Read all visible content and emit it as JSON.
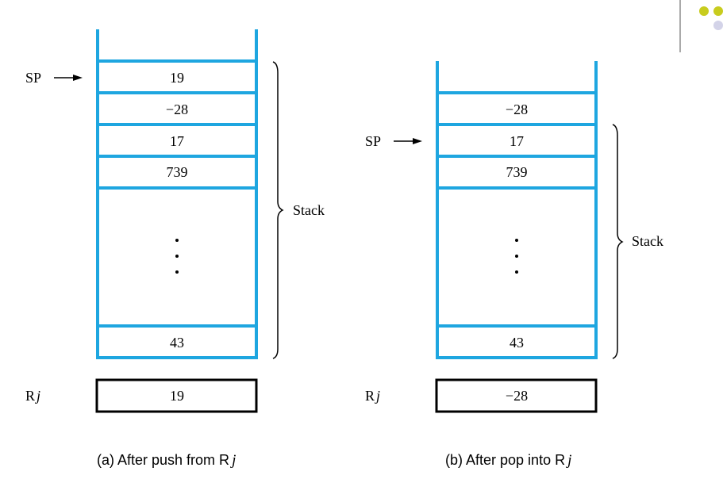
{
  "colors": {
    "stack_border": "#1ea6e0",
    "ink": "#000000",
    "dot_yellow": "#c8cc1e",
    "dot_lavender": "#d3d3e8",
    "corner_rule": "#555555"
  },
  "left": {
    "sp_label": "SP",
    "cells": [
      "19",
      "−28",
      "17",
      "739",
      "43"
    ],
    "stack_label": "Stack",
    "register_label": "Rj",
    "register_value": "19",
    "caption": "(a) After push from Rj"
  },
  "right": {
    "sp_label": "SP",
    "cells": [
      "−28",
      "17",
      "739",
      "43"
    ],
    "stack_label": "Stack",
    "register_label": "Rj",
    "register_value": "−28",
    "caption": "(b) After pop into Rj"
  }
}
